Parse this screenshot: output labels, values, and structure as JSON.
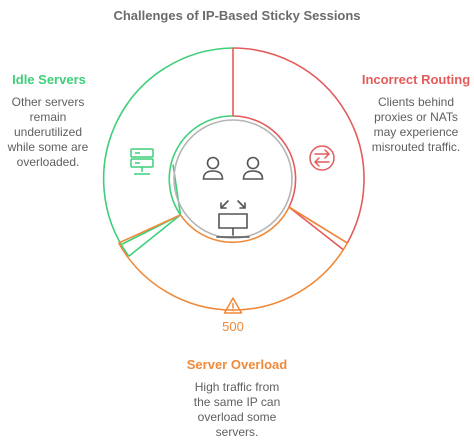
{
  "title": "Challenges of IP-Based Sticky Sessions",
  "colors": {
    "idle": "#3fcf7a",
    "routing": "#e45b5b",
    "overload": "#f08a3a",
    "hub": "#b5b5b5",
    "icon": "#555555"
  },
  "sections": {
    "idle": {
      "heading": "Idle Servers",
      "desc_lines": [
        "Other servers",
        "remain",
        "underutilized",
        "while some are",
        "overloaded."
      ],
      "icon": "server-rack-icon"
    },
    "routing": {
      "heading": "Incorrect Routing",
      "desc_lines": [
        "Clients behind",
        "proxies or NATs",
        "may experience",
        "misrouted traffic."
      ],
      "icon": "swap-arrows-icon"
    },
    "overload": {
      "heading": "Server Overload",
      "desc_lines": [
        "High traffic from",
        "the same IP can",
        "overload some",
        "servers."
      ],
      "icon": "warning-500-icon",
      "icon_text": "500"
    }
  },
  "hub": {
    "icon": "users-to-server-icon"
  }
}
